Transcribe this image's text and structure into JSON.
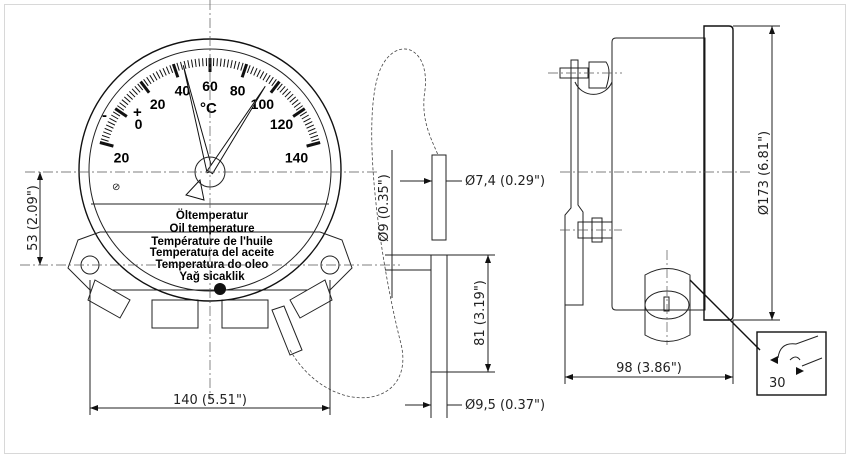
{
  "dial": {
    "unit": "°C",
    "scale_labels": [
      "20",
      "0",
      "20",
      "40",
      "60",
      "80",
      "100",
      "120",
      "140"
    ],
    "scale_values": [
      -20,
      0,
      20,
      40,
      60,
      80,
      100,
      120,
      140
    ],
    "minus_sign": "-",
    "plus_sign": "+",
    "pointer_values": [
      45,
      95
    ],
    "text_lines": [
      "Öltemperatur",
      "Oil temperature",
      "Température de l'huile",
      "Temperatura del aceite",
      "Temperatura do oleo",
      "Yağ sicaklik"
    ]
  },
  "dimensions": {
    "width_front": "140 (5.51\")",
    "height_mount": "53 (2.09\")",
    "probe_dia_top": "Ø9 (0.35\")",
    "probe_dia_small": "Ø7,4 (0.29\")",
    "probe_length": "81 (3.19\")",
    "probe_dia_bottom": "Ø9,5 (0.37\")",
    "depth": "98 (3.86\")",
    "diameter": "Ø173 (6.81\")",
    "wrench_size": "30"
  },
  "colors": {
    "line": "#222222",
    "background": "#ffffff"
  }
}
